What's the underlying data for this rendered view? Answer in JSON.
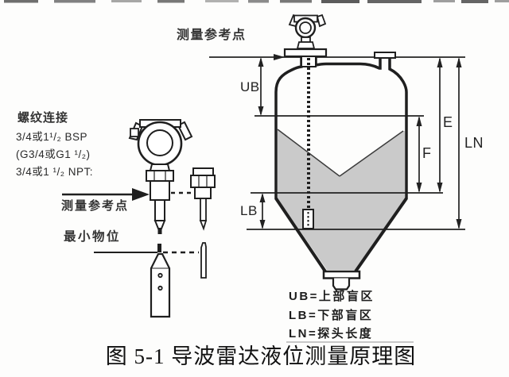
{
  "figure": {
    "caption": "图 5-1 导波雷达液位测量原理图",
    "top_reference_label": "测量参考点",
    "left_reference_label": "测量参考点",
    "min_level_label": "最小物位",
    "thread": {
      "title": "螺纹连接",
      "line1": "3/4或1¹/₂ BSP",
      "line2": "(G3/4或G1 ¹/₂)",
      "line3": "3/4或1 ¹/₂ NPT:"
    },
    "dimensions": {
      "ub": "UB",
      "lb": "LB",
      "e": "E",
      "f": "F",
      "ln": "LN"
    },
    "legend": [
      "UB=上部盲区",
      "LB=下部盲区",
      "LN=探头长度"
    ]
  },
  "colors": {
    "ink": "#1f1f1f",
    "material_fill": "#cacaca",
    "background": "#fdfdfc"
  }
}
